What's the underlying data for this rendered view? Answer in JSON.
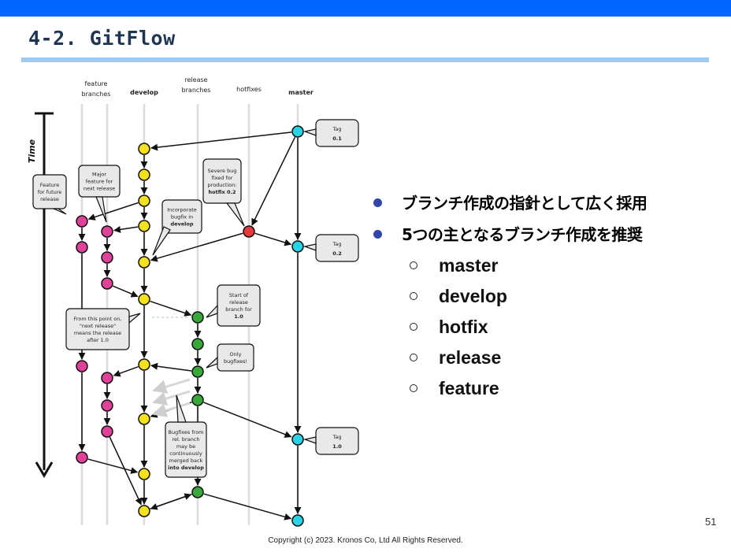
{
  "slide": {
    "title": "4-2. GitFlow",
    "page_number": "51",
    "footer": "Copyright (c) 2023. Kronos Co, Ltd All Rights Reserved.",
    "colors": {
      "top_bar": "#0066ff",
      "title_rule": "#9fcaf2",
      "bullet_dot": "#3344aa"
    }
  },
  "bullets": {
    "level1": [
      "ブランチ作成の指針として広く採用",
      "5つの主となるブランチ作成を推奨"
    ],
    "level2": [
      "master",
      "develop",
      "hotfix",
      "release",
      "feature"
    ]
  },
  "diagram": {
    "time_label": "Time",
    "columns": {
      "feature": [
        "feature",
        "branches"
      ],
      "develop": "develop",
      "release": [
        "release",
        "branches"
      ],
      "hotfixes": "hotfixes",
      "master": "master"
    },
    "tags": [
      {
        "label": "Tag",
        "value": "0.1"
      },
      {
        "label": "Tag",
        "value": "0.2"
      },
      {
        "label": "Tag",
        "value": "1.0"
      }
    ],
    "notes": {
      "future_release": [
        "Feature",
        "for future",
        "release"
      ],
      "major_feature": [
        "Major",
        "feature for",
        "next release"
      ],
      "severe_bug": [
        "Severe bug",
        "fixed for",
        "production:",
        "hotfix 0.2"
      ],
      "incorporate": [
        "Incorporate",
        "bugfix in",
        "develop"
      ],
      "start_release": [
        "Start of",
        "release",
        "branch for",
        "1.0"
      ],
      "next_release": [
        "From this point on,",
        "\"next release\"",
        "means the release",
        "after 1.0"
      ],
      "only_bugfixes": [
        "Only",
        "bugfixes!"
      ],
      "bugfixes_merged": [
        "Bugfixes from",
        "rel. branch",
        "may be",
        "continuously",
        "merged back",
        "into develop"
      ]
    },
    "node_colors": {
      "feature": "#e2419b",
      "develop": "#f6e21a",
      "release": "#39a83a",
      "hotfix": "#e5373c",
      "master": "#27d3e6"
    }
  }
}
